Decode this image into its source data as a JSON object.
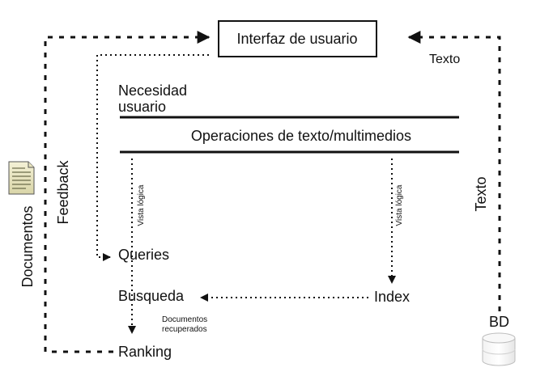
{
  "diagram": {
    "ui_box": "Interfaz de usuario",
    "user_need": [
      "Necesidad",
      "usuario"
    ],
    "text_ops": "Operaciones de texto/multimedios",
    "logical_view_left": "Vista lógica",
    "logical_view_right": "Vista lógica",
    "queries": "Queries",
    "search": "Busqueda",
    "index": "Index",
    "retrieved_docs": [
      "Documentos",
      "recuperados"
    ],
    "ranking": "Ranking",
    "text_top": "Texto",
    "text_vertical": "Texto",
    "db": "BD",
    "feedback": "Feedback",
    "documents": "Documentos"
  },
  "icons": {
    "document": "document-icon",
    "database": "database-icon"
  }
}
